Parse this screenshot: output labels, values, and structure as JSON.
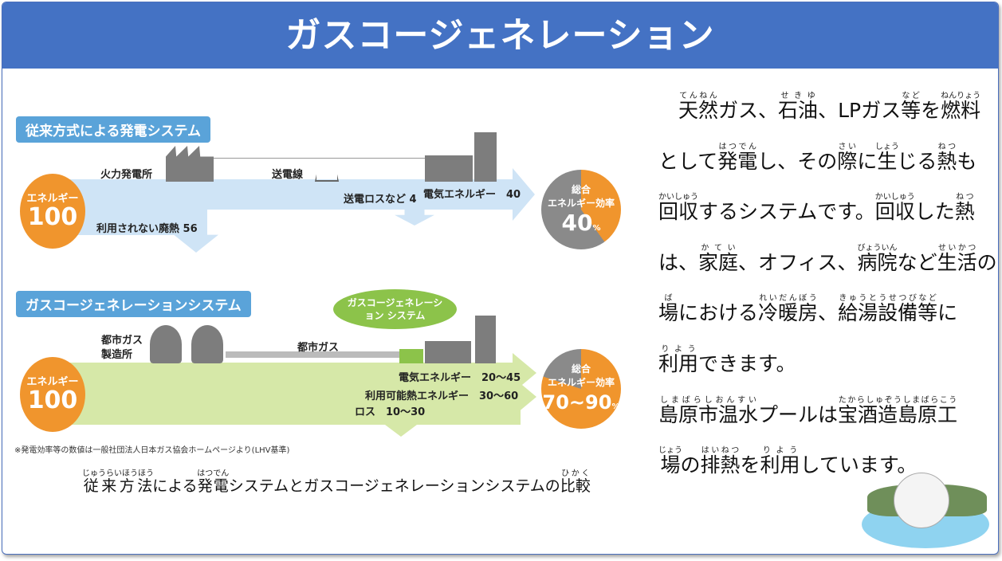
{
  "title": "ガスコージェネレーション",
  "diagram": {
    "conventional": {
      "heading": "従来方式による発電システム",
      "plant": "火力発電所",
      "line": "送電線",
      "energy_label": "エネルギー",
      "energy_value": "100",
      "waste_heat": "利用されない廃熱 56",
      "transmission_loss": "送電ロスなど 4",
      "electric": "電気エネルギー　40",
      "eff_title1": "総合",
      "eff_title2": "エネルギー効率",
      "eff_value": "40",
      "eff_unit": "%",
      "efficiency_percent": 40
    },
    "cogen": {
      "heading": "ガスコージェネレーションシステム",
      "bubble": "ガスコージェネレーション システム",
      "gas_plant": "都市ガス 製造所",
      "gas_line": "都市ガス",
      "energy_label": "エネルギー",
      "energy_value": "100",
      "electric": "電気エネルギー　20〜45",
      "heat": "利用可能熱エネルギー　30〜60",
      "loss": "ロス　10〜30",
      "eff_title1": "総合",
      "eff_title2": "エネルギー効率",
      "eff_value": "70~90",
      "eff_unit": "%",
      "efficiency_percent": 80
    },
    "note": "※発電効率等の数値は一般社団法人日本ガス協会ホームページより(LHV基準)"
  },
  "caption": [
    {
      "t": "従来方法",
      "r": "じゅうらいほうほう"
    },
    {
      "t": "による"
    },
    {
      "t": "発電",
      "r": "はつでん"
    },
    {
      "t": "システムとガスコージェネレーションシステムの"
    },
    {
      "t": "比較",
      "r": "ひかく"
    }
  ],
  "body_lines": [
    [
      {
        "t": "　"
      },
      {
        "t": "天然",
        "r": "てんねん"
      },
      {
        "t": "ガス、"
      },
      {
        "t": "石油",
        "r": "せきゆ"
      },
      {
        "t": "、LPガス"
      },
      {
        "t": "等",
        "r": "など"
      },
      {
        "t": "を"
      },
      {
        "t": "燃料",
        "r": "ねんりょう"
      }
    ],
    [
      {
        "t": "として"
      },
      {
        "t": "発電",
        "r": "はつでん"
      },
      {
        "t": "し、その"
      },
      {
        "t": "際",
        "r": "さい"
      },
      {
        "t": "に"
      },
      {
        "t": "生",
        "r": "しょう"
      },
      {
        "t": "じる"
      },
      {
        "t": "熱",
        "r": "ねつ"
      },
      {
        "t": "も"
      }
    ],
    [
      {
        "t": "回収",
        "r": "かいしゅう"
      },
      {
        "t": "するシステムです。"
      },
      {
        "t": "回収",
        "r": "かいしゅう"
      },
      {
        "t": "した"
      },
      {
        "t": "熱",
        "r": "ねつ"
      }
    ],
    [
      {
        "t": "は、"
      },
      {
        "t": "家庭",
        "r": "かてい"
      },
      {
        "t": "、オフィス、"
      },
      {
        "t": "病院",
        "r": "びょういん"
      },
      {
        "t": "など"
      },
      {
        "t": "生活",
        "r": "せいかつ"
      },
      {
        "t": "の"
      }
    ],
    [
      {
        "t": "場",
        "r": "ば"
      },
      {
        "t": "における"
      },
      {
        "t": "冷暖房",
        "r": "れいだんぼう"
      },
      {
        "t": "、"
      },
      {
        "t": "給湯設備等",
        "r": "きゅうとうせつびなど"
      },
      {
        "t": "に"
      }
    ],
    [
      {
        "t": "利用",
        "r": "りよう"
      },
      {
        "t": "できます。"
      }
    ],
    [
      {
        "t": "島原市温水",
        "r": "しまばらしおんすい"
      },
      {
        "t": "プールは"
      },
      {
        "t": "宝酒造島原工",
        "r": "たからしゅぞうしまばらこう"
      }
    ],
    [
      {
        "t": "場",
        "r": "じょう"
      },
      {
        "t": "の"
      },
      {
        "t": "排熱",
        "r": "はいねつ"
      },
      {
        "t": "を"
      },
      {
        "t": "利用",
        "r": "りよう"
      },
      {
        "t": "しています。"
      }
    ]
  ],
  "colors": {
    "header": "#4472c4",
    "orange": "#f0952d",
    "blue_arrow": "#cfe4f6",
    "green_arrow": "#d6e8a8",
    "gray": "#8a8a8a",
    "green": "#8cc34a"
  }
}
